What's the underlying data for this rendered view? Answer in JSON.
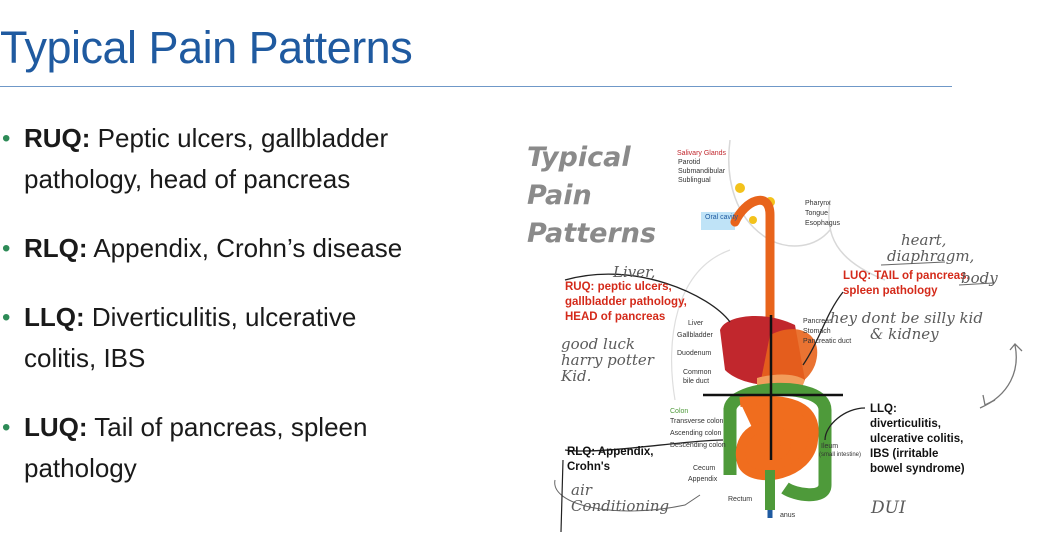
{
  "slide": {
    "title": "Typical Pain Patterns",
    "bullets": [
      {
        "term": "RUQ:",
        "line1": " Peptic ulcers, gallbladder",
        "line2": "pathology, head of pancreas"
      },
      {
        "term": "RLQ:",
        "line1": " Appendix, Crohn’s disease",
        "line2": ""
      },
      {
        "term": "LLQ:",
        "line1": " Diverticulitis, ulcerative",
        "line2": "colitis, IBS"
      },
      {
        "term": "LUQ:",
        "line1": " Tail of pancreas, spleen",
        "line2": "pathology"
      }
    ]
  },
  "diagram": {
    "title_lines": [
      "Typical",
      "Pain",
      "Patterns"
    ],
    "colors": {
      "accent": "#d42a1a",
      "esophagus": "#e8641c",
      "liver": "#c1272d",
      "intestine": "#f06d1e",
      "colon": "#4e9a3a",
      "oral_cavity": "#bfe3f7"
    },
    "organ_labels": {
      "salivary": "Salivary Glands",
      "parotid": "Parotid",
      "submandibular": "Submandibular",
      "sublingual": "Sublingual",
      "oral_cavity": "Oral cavity",
      "pharynx": "Pharynx",
      "tongue": "Tongue",
      "esophagus": "Esophagus",
      "liver": "Liver",
      "gallbladder": "Gallbladder",
      "duodenum": "Duodenum",
      "common_bile_1": "Common",
      "common_bile_2": "bile duct",
      "pancreas": "Pancreas",
      "stomach": "Stomach",
      "pancreatic_duct": "Pancreatic duct",
      "colon": "Colon",
      "transverse": "Transverse colon",
      "ascending": "Ascending colon",
      "descending": "Descending colon",
      "ileum": "Ileum",
      "ileum_sub": "(small intestine)",
      "cecum": "Cecum",
      "appendix": "Appendix",
      "rectum": "Rectum",
      "anus": "anus"
    },
    "callouts": {
      "ruq": [
        "RUQ: peptic ulcers,",
        "gallbladder pathology,",
        "HEAD of pancreas"
      ],
      "luq": [
        "LUQ: TAIL of pancreas,",
        "spleen pathology"
      ],
      "rlq": [
        "RLQ: Appendix,",
        "Crohn's"
      ],
      "llq": [
        "LLQ:",
        "diverticulitis,",
        "ulcerative colitis,",
        "IBS (irritable",
        "bowel syndrome)"
      ]
    },
    "handwriting": {
      "liver": "Liver,",
      "good_luck": [
        "good luck",
        "harry potter",
        "Kid."
      ],
      "heart": [
        "heart,",
        "diaphragm,"
      ],
      "body": "body",
      "silly": [
        "hey dont be silly kid",
        "& kidney"
      ],
      "air": [
        "air",
        "Conditioning"
      ],
      "dui": "DUI"
    }
  }
}
